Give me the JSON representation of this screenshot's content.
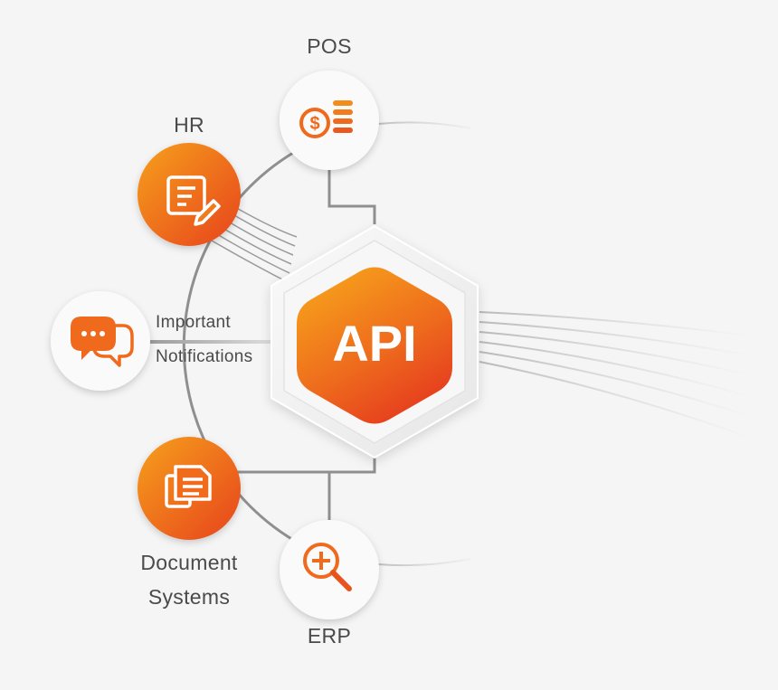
{
  "center": {
    "label": "API"
  },
  "nodes": {
    "pos": {
      "label": "POS",
      "icon": "coin-stack-icon"
    },
    "hr": {
      "label": "HR",
      "icon": "edit-document-icon"
    },
    "notifications": {
      "label_line1": "Important",
      "label_line2": "Notifications",
      "icon": "chat-bubbles-icon"
    },
    "documents": {
      "label_line1": "Document",
      "label_line2": "Systems",
      "icon": "documents-icon"
    },
    "erp": {
      "label": "ERP",
      "icon": "magnifier-plus-icon"
    }
  },
  "colors": {
    "accent_orange": "#f28a1a",
    "accent_red": "#e8421f",
    "line_gray": "#8c8c8c",
    "background": "#f5f5f5"
  }
}
